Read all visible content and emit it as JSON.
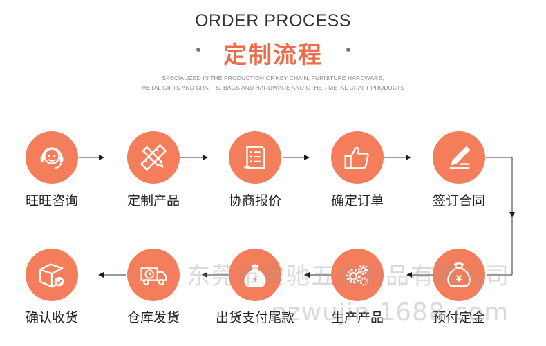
{
  "header": {
    "title_en": "ORDER PROCESS",
    "title_cn": "定制流程",
    "subtitle_line1": "SPECIALIZED IN THE PRODUCTION OF KEY CHAIN, FURNITURE HARDWARE,",
    "subtitle_line2": "METAL GIFTS AND CRAFTS, BAGS AND HARDWARE AND OTHER METAL CRAFT PRODUCTS"
  },
  "steps_row1": [
    {
      "label": "旺旺咨询",
      "icon": "headset-icon"
    },
    {
      "label": "定制产品",
      "icon": "pencil-ruler-icon"
    },
    {
      "label": "协商报价",
      "icon": "document-list-icon"
    },
    {
      "label": "确定订单",
      "icon": "thumbs-up-icon"
    },
    {
      "label": "签订合同",
      "icon": "signature-pen-icon"
    }
  ],
  "steps_row2": [
    {
      "label": "确认收货",
      "icon": "package-check-icon"
    },
    {
      "label": "仓库发货",
      "icon": "delivery-truck-icon"
    },
    {
      "label": "出货支付尾款",
      "icon": "money-bag-icon"
    },
    {
      "label": "生产产品",
      "icon": "gears-icon"
    },
    {
      "label": "预付定金",
      "icon": "yen-bag-icon"
    }
  ],
  "watermark": {
    "line1": "东莞市安驰五金制品有限公司",
    "line2": "nzwujin.1688.com"
  },
  "colors": {
    "accent": "#f47d5b",
    "title_accent": "#ee6c4a",
    "text": "#222222"
  }
}
